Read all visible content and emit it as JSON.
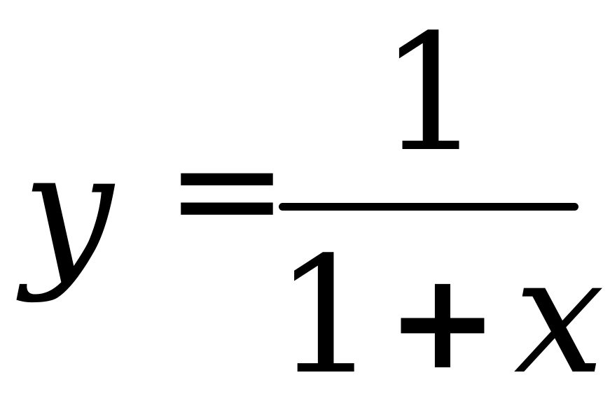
{
  "equation": {
    "lhs": "y",
    "relation": "=",
    "numerator": "1",
    "denominator": {
      "constant": "1",
      "operator": "+",
      "variable": "x"
    }
  }
}
